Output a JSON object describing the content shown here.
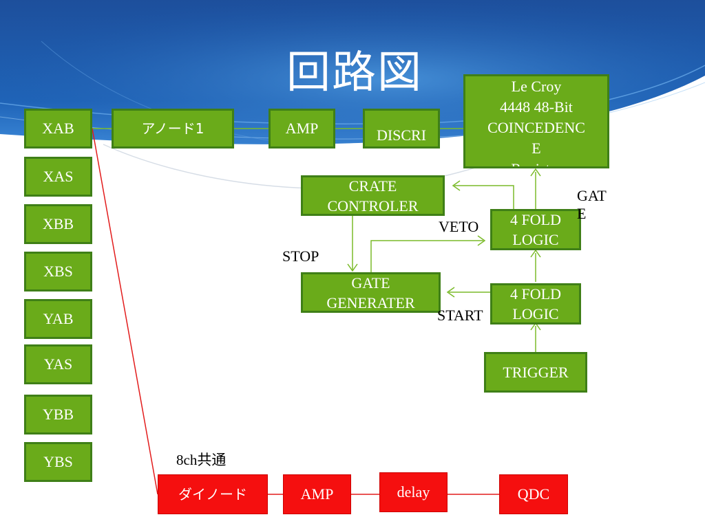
{
  "title": "回路図",
  "left_column": [
    "XAB",
    "XAS",
    "XBB",
    "XBS",
    "YAB",
    "YAS",
    "YBB",
    "YBS"
  ],
  "top_chain": {
    "anode": "アノード1",
    "amp": "AMP",
    "discri": "DISCRI",
    "register": [
      "Le Croy",
      "4448 48-Bit",
      "COINCEDENC",
      "E",
      "Register"
    ]
  },
  "logic": {
    "crate_controller": [
      "CRATE",
      "CONTROLER"
    ],
    "gate_generator": [
      "GATE",
      "GENERATER"
    ],
    "fold_logic_upper": [
      "4 FOLD",
      "LOGIC"
    ],
    "fold_logic_lower": [
      "4 FOLD",
      "LOGIC"
    ],
    "trigger": "TRIGGER"
  },
  "signal_labels": {
    "gate": [
      "GAT",
      "E"
    ],
    "veto": "VETO",
    "stop": "STOP",
    "start": "START",
    "shared": "8ch共通"
  },
  "bottom_chain": {
    "dynode": "ダイノード",
    "amp": "AMP",
    "delay": "delay",
    "qdc": "QDC"
  },
  "colors": {
    "green_box": "#6aab1a",
    "green_border": "#3f7f17",
    "red_box": "#f50f0f",
    "wire_green": "#7aba28",
    "wire_red": "#e21b1b",
    "background_blue": "#1b5cae"
  }
}
